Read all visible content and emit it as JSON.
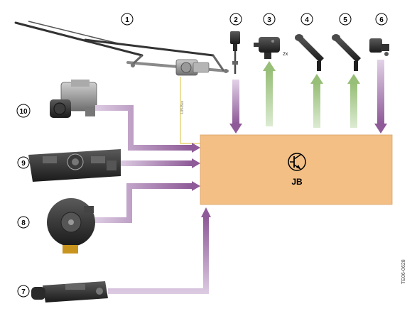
{
  "diagram": {
    "callouts": [
      "1",
      "2",
      "3",
      "4",
      "5",
      "6",
      "7",
      "8",
      "9",
      "10"
    ],
    "jb_label": "JB",
    "multiplier": "2x",
    "wire_label": "LIN-Bus",
    "side_code": "TE06-0628",
    "colors": {
      "box_fill": "#f3bf84",
      "box_stroke": "#d9a56a",
      "arrow_purple": "#9b6aa3",
      "arrow_purple_light": "#d5bfdc",
      "arrow_green": "#a8c98b",
      "arrow_green_light": "#d9ead0",
      "wire_yellow": "#e0cc5a"
    }
  }
}
